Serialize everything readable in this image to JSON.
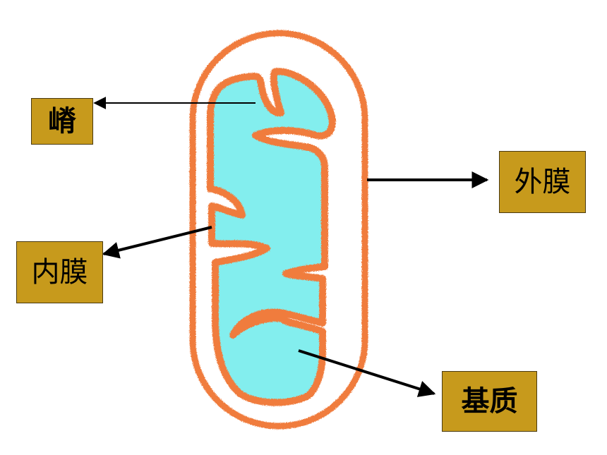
{
  "labels": {
    "crista": "嵴",
    "outer_membrane": "外膜",
    "inner_membrane": "内膜",
    "matrix": "基质"
  },
  "colors": {
    "membrane": "#f07c3e",
    "matrix": "#83eeee",
    "label_bg": "#c79a1c",
    "arrow": "#000000"
  }
}
